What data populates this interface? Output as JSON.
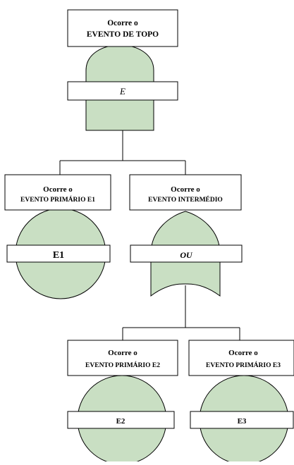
{
  "top_event": {
    "line1": "Ocorre o",
    "line2": "EVENTO DE TOPO",
    "gate": "E"
  },
  "primary_e1": {
    "line1": "Ocorre o",
    "line2": "EVENTO PRIMÁRIO E1",
    "label": "E1"
  },
  "intermediate": {
    "line1": "Ocorre o",
    "line2": "EVENTO INTERMÉDIO",
    "gate": "OU"
  },
  "primary_e2": {
    "line1": "Ocorre o",
    "line2": "EVENTO PRIMÁRIO E2",
    "label": "E2"
  },
  "primary_e3": {
    "line1": "Ocorre o",
    "line2": "EVENTO PRIMÁRIO E3",
    "label": "E3"
  },
  "colors": {
    "shape_fill": "#c9dfc3",
    "stroke": "#000000"
  }
}
